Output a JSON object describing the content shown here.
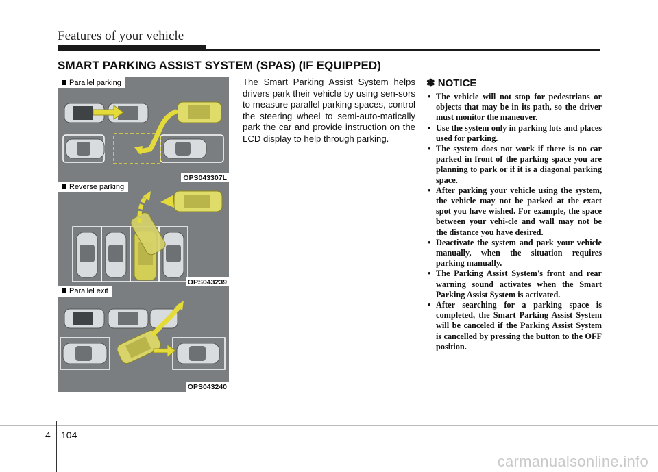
{
  "header": {
    "title": "Features of your vehicle"
  },
  "section": {
    "title": "SMART PARKING ASSIST SYSTEM (SPAS) (IF EQUIPPED)"
  },
  "panels": [
    {
      "label": "Parallel parking",
      "code": "OPS043307L"
    },
    {
      "label": "Reverse parking",
      "code": "OPS043239"
    },
    {
      "label": "Parallel exit",
      "code": "OPS043240"
    }
  ],
  "intro": "The Smart Parking Assist System helps drivers park their vehicle by using sen-sors to measure parallel parking spaces, control the steering wheel to semi-auto-matically park the car and provide instruction on the LCD display to help through parking.",
  "notice": {
    "title": "NOTICE",
    "icon": "cross-notice-icon",
    "items": [
      "The vehicle will not stop for pedestrians or objects that may be in its path, so the driver must monitor the maneuver.",
      "Use the system only in parking lots and places used for parking.",
      "The system does not work if there is no car parked in front of the parking space you are planning to park or if it is a diagonal parking space.",
      "After parking your vehicle using the system, the vehicle may not be parked at the exact spot you have wished. For example, the space between your vehi-cle and wall may not be the distance you have desired.",
      "Deactivate the system and park your vehicle manually, when the situation requires parking manually.",
      "The Parking Assist System's front and rear warning sound activates when the Smart Parking Assist System is activated.",
      "After searching for a parking space is completed, the Smart Parking Assist System will be canceled if the Parking Assist System is cancelled by pressing the button to the OFF position."
    ]
  },
  "footer": {
    "chapter": "4",
    "page": "104"
  },
  "watermark": "carmanualsonline.info",
  "colors": {
    "panel_bg": "#7b7e80",
    "car_highlight": "#c9c64a",
    "arrow": "#e4db3a"
  }
}
